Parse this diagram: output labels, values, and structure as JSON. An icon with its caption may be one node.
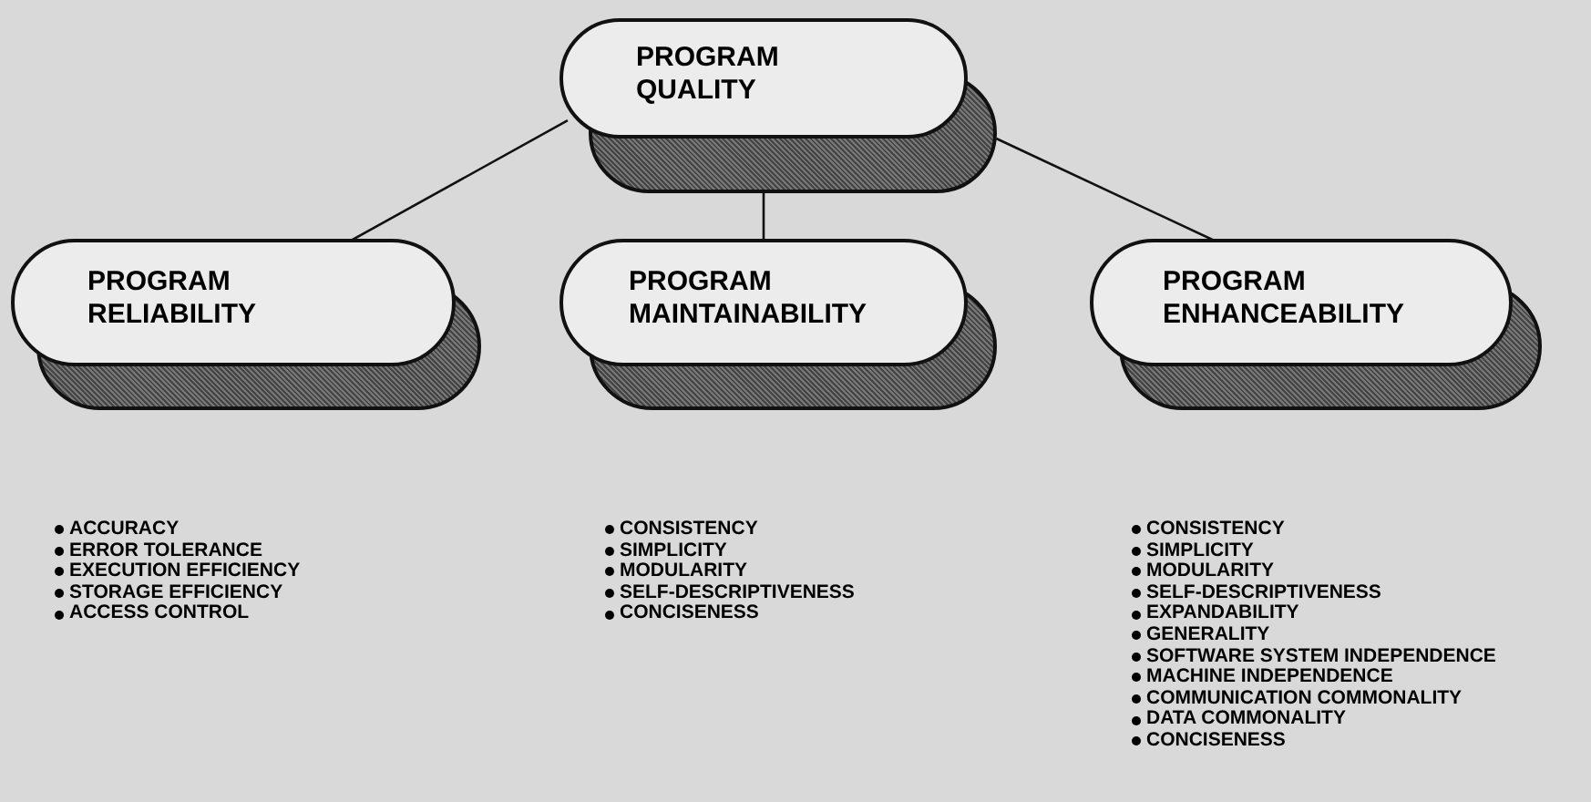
{
  "diagram": {
    "nodes": [
      {
        "text": [
          "PROGRAM QUALITY"
        ]
      },
      {
        "text": [
          "PROGRAM RELIABILITY"
        ],
        "beside": [
          "ACCURACY",
          "ERROR TOLERANCE",
          "EXECUTION EFFICIENCY",
          "STORAGE EFFICIENCY",
          "ACCESS CONTROL"
        ]
      },
      {
        "text": [
          "PROGRAM MAINTAINABILITY"
        ],
        "beside": [
          "CONSISTENCY",
          "SIMPLICITY",
          "MODULARITY",
          "SELF-DESCRIPTIVENESS",
          "CONCISENESS"
        ]
      },
      {
        "text": [
          "PROGRAM ENHANCEABILITY"
        ],
        "beside": [
          "CONSISTENCY",
          "SIMPLICITY",
          "MODULARITY",
          "SELF-DESCRIPTIVENESS",
          "EXPANDABILITY",
          "GENERALITY",
          "SOFTWARE SYSTEM INDEPENDENCE",
          "MACHINE INDEPENDENCE",
          "COMMUNICATION COMMONALITY",
          "DATA COMMONALITY",
          "CONCISENESS"
        ]
      }
    ],
    "edges": [
      {
        "from": 0,
        "to": 1,
        "arrow": "none"
      },
      {
        "from": 0,
        "to": 2,
        "arrow": "none"
      },
      {
        "from": 0,
        "to": 3,
        "arrow": "none"
      }
    ]
  }
}
